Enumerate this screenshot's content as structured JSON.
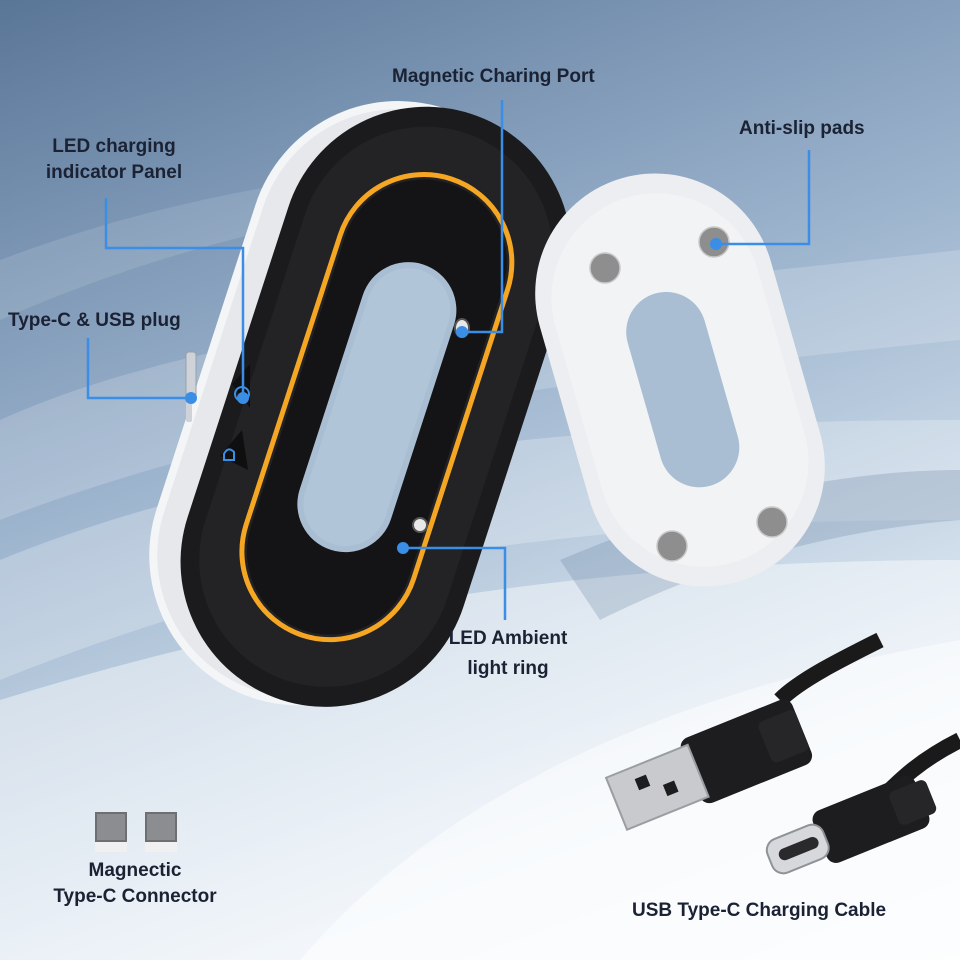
{
  "colors": {
    "accent": "#3a8ee6",
    "label_text": "#1a2233",
    "led_ring": "#f5a623",
    "device_black": "#1b1b1d",
    "device_white": "#f4f5f7",
    "pad_gray": "#8e8e8e"
  },
  "labels": {
    "magnetic_port": "Magnetic Charing Port",
    "led_indicator_line1": "LED charging",
    "led_indicator_line2": "indicator Panel",
    "typec_usb_plug": "Type-C & USB plug",
    "anti_slip_pads": "Anti-slip pads",
    "led_ambient_line1": "LED Ambient",
    "led_ambient_line2": "light ring",
    "magnetic_connector_line1": "Magnectic",
    "magnetic_connector_line2": "Type-C Connector",
    "usb_cable": "USB Type-C Charging Cable"
  },
  "icons": {
    "led_indicator_1": "controller-icon",
    "led_indicator_2": "handheld-icon",
    "magnetic_connector": "type-c-connector-icon"
  }
}
